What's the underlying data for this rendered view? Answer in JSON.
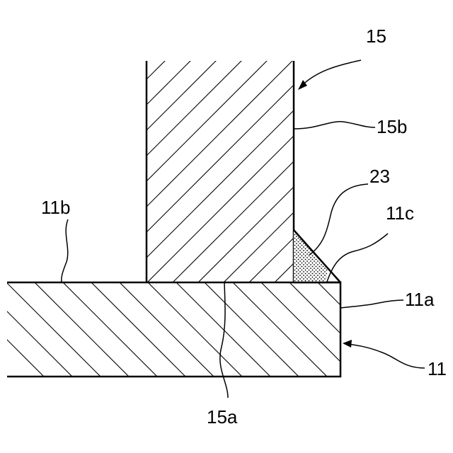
{
  "labels": {
    "member_15": "15",
    "surface_15b": "15b",
    "weld_23": "23",
    "corner_11c": "11c",
    "surface_11b": "11b",
    "surface_11a": "11a",
    "member_11": "11",
    "surface_15a": "15a"
  },
  "colors": {
    "line": "#000000",
    "background": "#ffffff"
  }
}
